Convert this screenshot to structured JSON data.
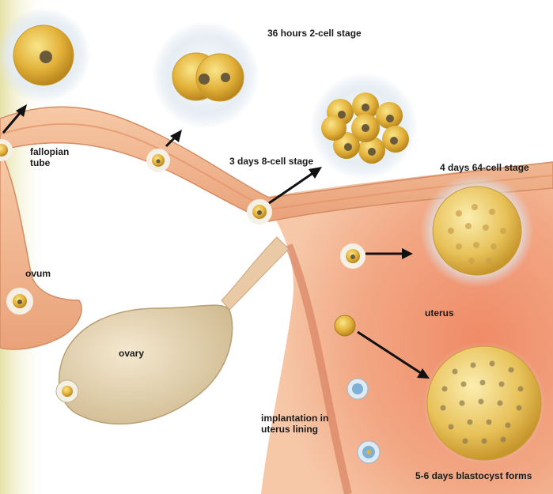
{
  "labels": {
    "stage_36h": "36 hours 2-cell stage",
    "stage_3d": "3 days 8-cell stage",
    "stage_4d": "4 days 64-cell stage",
    "stage_5d": "5-6 days blastocyst forms",
    "fallopian_tube": "fallopian\ntube",
    "ovum": "ovum",
    "ovary": "ovary",
    "uterus": "uterus",
    "implantation": "implantation in\nuterus lining"
  },
  "colors": {
    "tissue": "#f0b48e",
    "tissue_dark": "#d98a60",
    "uterus_inner": "#ea6a48",
    "ovary": "#e8d7b4",
    "cell_yellow": "#e3b23a",
    "nucleus": "#6a5a3c",
    "arrow": "#111111",
    "halo": "#dfe8f0"
  }
}
